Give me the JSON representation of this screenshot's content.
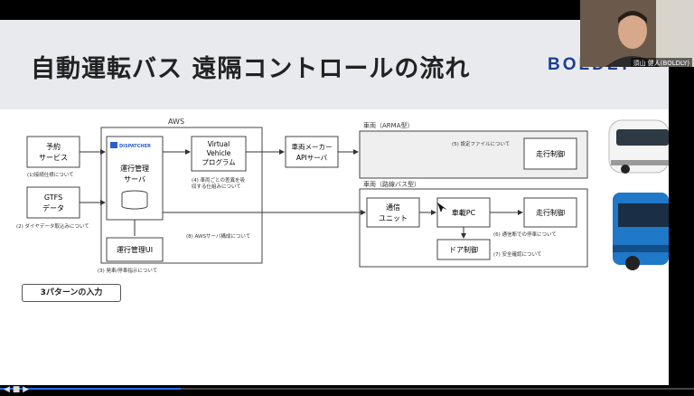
{
  "slide": {
    "title": "自動運転バス 遠隔コントロールの流れ",
    "logo": "BOLDLY"
  },
  "video": {
    "participant_name": "須山 健人(BOLDLY)"
  },
  "diagram": {
    "aws_label": "AWS",
    "reservation_service": [
      "予約",
      "サービス"
    ],
    "reservation_note": "(1)接続仕様について",
    "gtfs": [
      "GTFS",
      "データ"
    ],
    "gtfs_note": "(2) ダイヤデータ取込みについて",
    "dispatcher_logo": "DISPATCHER",
    "ops_server": [
      "運行管理",
      "サーバ"
    ],
    "virtual_vehicle": [
      "Virtual",
      "Vehicle",
      "プログラム"
    ],
    "virtual_note": [
      "(4) 車両ごとの差異を吸",
      "収する仕組みについて"
    ],
    "maker_api": [
      "車両メーカー",
      "APIサーバ"
    ],
    "aws_server_note": "(8) AWSサーバ構成について",
    "ops_ui": "運行管理UI",
    "ops_ui_note": "(3) 発車/停車指示について",
    "arma_label": "車両（ARMA型）",
    "arma_note": "(5) 設定ファイルについて",
    "arma_control": "走行制御",
    "route_bus_label": "車両（路線バス型）",
    "comm_unit": [
      "通信",
      "ユニット"
    ],
    "vehicle_pc": "車載PC",
    "route_control": "走行制御",
    "door_control": "ドア制御",
    "comm_stop_note": "(6) 通信断での停車について",
    "safety_note": "(7) 安全確認について"
  },
  "callout": "3パターンの入力",
  "player": {
    "controls": "◀ ■ ▶",
    "progress": 0.26
  }
}
